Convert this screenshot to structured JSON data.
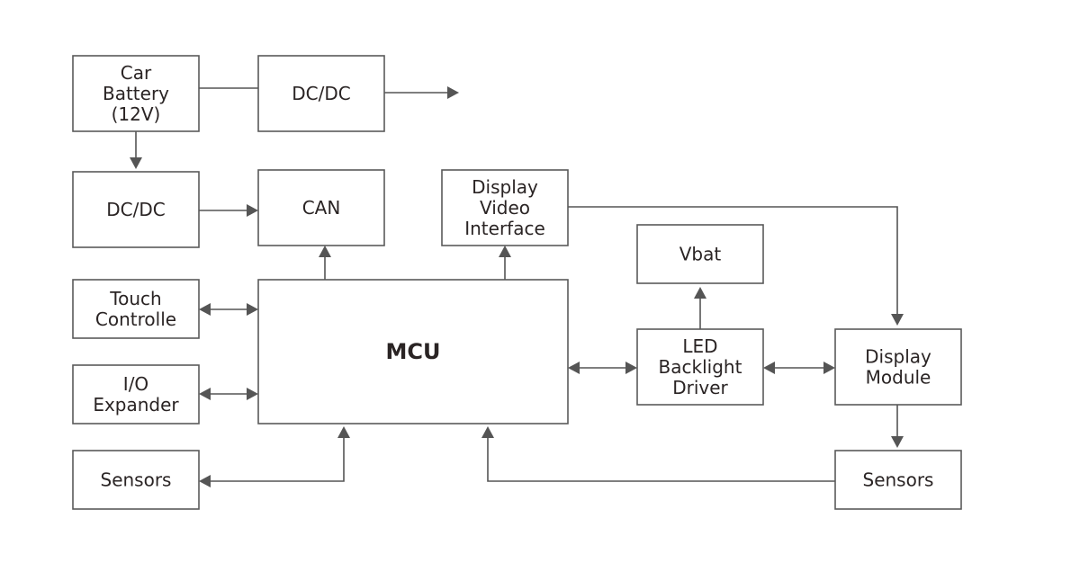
{
  "diagram": {
    "type": "block-diagram",
    "blocks": [
      {
        "id": "car-battery",
        "lines": [
          "Car",
          "Battery",
          "(12V)"
        ],
        "bold": false
      },
      {
        "id": "dcdc-top",
        "lines": [
          "DC/DC"
        ],
        "bold": false
      },
      {
        "id": "dcdc-left",
        "lines": [
          "DC/DC"
        ],
        "bold": false
      },
      {
        "id": "can",
        "lines": [
          "CAN"
        ],
        "bold": false
      },
      {
        "id": "display-video-interface",
        "lines": [
          "Display",
          "Video",
          "Interface"
        ],
        "bold": false
      },
      {
        "id": "vbat",
        "lines": [
          "Vbat"
        ],
        "bold": false
      },
      {
        "id": "touch-controller",
        "lines": [
          "Touch",
          "Controlle"
        ],
        "bold": false
      },
      {
        "id": "io-expander",
        "lines": [
          "I/O",
          "Expander"
        ],
        "bold": false
      },
      {
        "id": "mcu",
        "lines": [
          "MCU"
        ],
        "bold": true
      },
      {
        "id": "led-backlight-driver",
        "lines": [
          "LED",
          "Backlight",
          "Driver"
        ],
        "bold": false
      },
      {
        "id": "display-module",
        "lines": [
          "Display",
          "Module"
        ],
        "bold": false
      },
      {
        "id": "sensors-left",
        "lines": [
          "Sensors"
        ],
        "bold": false
      },
      {
        "id": "sensors-right",
        "lines": [
          "Sensors"
        ],
        "bold": false
      }
    ],
    "connections": [
      {
        "from": "car-battery",
        "to": "dcdc-top",
        "kind": "line"
      },
      {
        "from": "dcdc-top",
        "to": "output",
        "kind": "arrow"
      },
      {
        "from": "car-battery",
        "to": "dcdc-left",
        "kind": "arrow"
      },
      {
        "from": "dcdc-left",
        "to": "can",
        "kind": "arrow"
      },
      {
        "from": "mcu",
        "to": "can",
        "kind": "arrow"
      },
      {
        "from": "mcu",
        "to": "display-video-interface",
        "kind": "arrow"
      },
      {
        "from": "display-video-interface",
        "to": "display-module",
        "kind": "arrow"
      },
      {
        "from": "led-backlight-driver",
        "to": "vbat",
        "kind": "arrow"
      },
      {
        "from": "touch-controller",
        "to": "mcu",
        "kind": "bidirectional"
      },
      {
        "from": "io-expander",
        "to": "mcu",
        "kind": "bidirectional"
      },
      {
        "from": "mcu",
        "to": "led-backlight-driver",
        "kind": "bidirectional"
      },
      {
        "from": "led-backlight-driver",
        "to": "display-module",
        "kind": "bidirectional"
      },
      {
        "from": "display-module",
        "to": "sensors-right",
        "kind": "arrow"
      },
      {
        "from": "sensors-right",
        "to": "mcu",
        "kind": "arrow"
      },
      {
        "from": "mcu",
        "to": "sensors-left",
        "kind": "arrow"
      }
    ]
  }
}
